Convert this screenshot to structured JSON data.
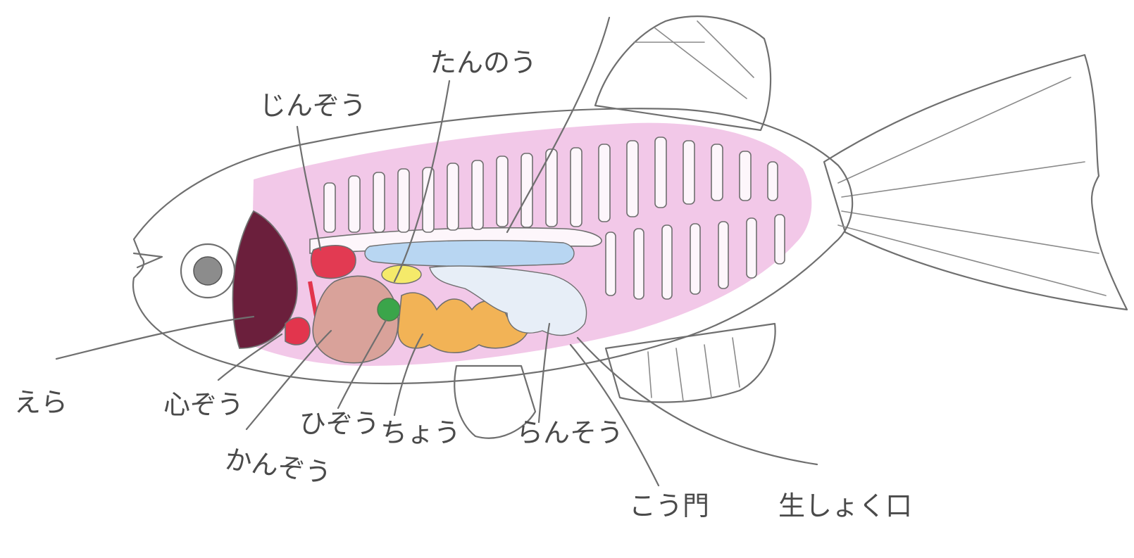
{
  "diagram": {
    "subject": "fish anatomy drawing",
    "labels": {
      "gills": "えら",
      "kidney": "じんぞう",
      "gallbladder": "たんのう",
      "heart": "心ぞう",
      "liver": "かんぞう",
      "spleen": "ひぞう",
      "intestine": "ちょう",
      "ovary": "らんそう",
      "anus": "こう門",
      "genital_pore": "生しょく口"
    },
    "colors": {
      "outline": "#6f6f6f",
      "body_fill": "#fbf8ee",
      "flesh_pink": "#e79bd6",
      "fin_orange": "#f3c07a",
      "tail_yellow": "#fbe2b0",
      "gill_dark": "#6b1f3c",
      "kidney_red": "#e23a52",
      "heart_red": "#e2354d",
      "liver_brown": "#d9a29a",
      "spleen_green": "#3aa54a",
      "gallbladder_yellow": "#f5ea6a",
      "intestine_orange": "#f2b356",
      "swim_bladder_blue": "#b8d6f2",
      "ovary_white": "#e7eef7",
      "eye_gray": "#8c8c8c"
    }
  }
}
